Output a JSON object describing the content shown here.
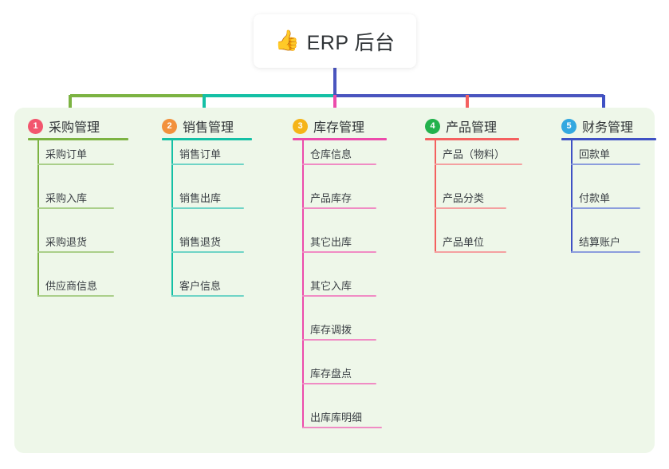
{
  "root": {
    "icon": "thumbs-up-icon",
    "icon_glyph": "👍",
    "title": "ERP 后台"
  },
  "theme": {
    "page_background": "#ffffff",
    "panel_background": "#eef7e9",
    "card_background": "#ffffff",
    "text_color": "#2f3336",
    "trunk_color": "#4a55bf"
  },
  "chart_data": {
    "type": "diagram",
    "diagram_type": "mindmap-tree",
    "root": "ERP 后台",
    "branch_count": 5,
    "branches": [
      {
        "index": "1",
        "label": "采购管理",
        "badge_color": "#f2566e",
        "line_color": "#7cb342",
        "item_line_color": "#aacf8a",
        "children": [
          "采购订单",
          "采购入库",
          "采购退货",
          "供应商信息"
        ]
      },
      {
        "index": "2",
        "label": "销售管理",
        "badge_color": "#f2913d",
        "line_color": "#14c0a5",
        "item_line_color": "#6fd4c6",
        "children": [
          "销售订单",
          "销售出库",
          "销售退货",
          "客户信息"
        ]
      },
      {
        "index": "3",
        "label": "库存管理",
        "badge_color": "#f5b418",
        "line_color": "#ec4bab",
        "item_line_color": "#f08cc4",
        "children": [
          "仓库信息",
          "产品库存",
          "其它出库",
          "其它入库",
          "库存调拨",
          "库存盘点",
          "出库库明细"
        ]
      },
      {
        "index": "4",
        "label": "产品管理",
        "badge_color": "#22b24c",
        "line_color": "#f4605f",
        "item_line_color": "#f4a0a0",
        "children": [
          "产品（物料）",
          "产品分类",
          "产品单位"
        ]
      },
      {
        "index": "5",
        "label": "财务管理",
        "badge_color": "#33a8e0",
        "line_color": "#3f51c4",
        "item_line_color": "#8c9ddd",
        "children": [
          "回款单",
          "付款单",
          "结算账户"
        ]
      }
    ]
  }
}
